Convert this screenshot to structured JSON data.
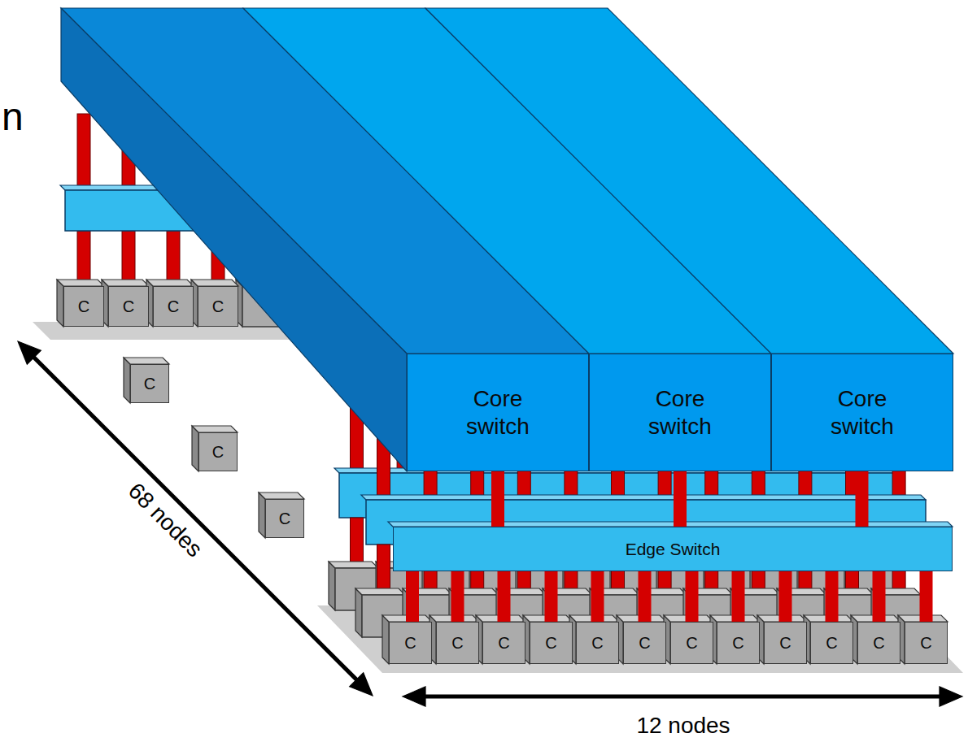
{
  "diagram": {
    "nodes": [
      {
        "text": [
          "Core switch"
        ]
      },
      {
        "text": [
          "Core switch"
        ]
      },
      {
        "text": [
          "Core switch"
        ]
      },
      {
        "text": [
          "C"
        ]
      },
      {
        "text": [
          "C"
        ]
      },
      {
        "text": [
          "C"
        ]
      },
      {
        "text": [
          "C"
        ]
      },
      {
        "text": [
          "C"
        ]
      },
      {
        "text": [
          "C"
        ]
      },
      {
        "text": [
          "C"
        ]
      },
      {
        "text": [
          "Edge Switch"
        ]
      },
      {
        "text": [
          "C"
        ]
      },
      {
        "text": [
          "C"
        ]
      },
      {
        "text": [
          "C"
        ]
      },
      {
        "text": [
          "C"
        ]
      },
      {
        "text": [
          "C"
        ]
      },
      {
        "text": [
          "C"
        ]
      },
      {
        "text": [
          "C"
        ]
      },
      {
        "text": [
          "C"
        ]
      },
      {
        "text": [
          "C"
        ]
      },
      {
        "text": [
          "C"
        ]
      },
      {
        "text": [
          "C"
        ]
      },
      {
        "text": [
          "C"
        ]
      }
    ],
    "edges": [
      {
        "from": 11,
        "to": 10,
        "arrow": "none"
      },
      {
        "from": 12,
        "to": 10,
        "arrow": "none"
      },
      {
        "from": 13,
        "to": 10,
        "arrow": "none"
      },
      {
        "from": 14,
        "to": 10,
        "arrow": "none"
      },
      {
        "from": 15,
        "to": 10,
        "arrow": "none"
      },
      {
        "from": 16,
        "to": 10,
        "arrow": "none"
      },
      {
        "from": 17,
        "to": 10,
        "arrow": "none"
      },
      {
        "from": 18,
        "to": 10,
        "arrow": "none"
      },
      {
        "from": 19,
        "to": 10,
        "arrow": "none"
      },
      {
        "from": 20,
        "to": 10,
        "arrow": "none"
      },
      {
        "from": 21,
        "to": 10,
        "arrow": "none"
      },
      {
        "from": 22,
        "to": 10,
        "arrow": "none"
      },
      {
        "from": 10,
        "to": 0,
        "arrow": "none"
      },
      {
        "from": 10,
        "to": 1,
        "arrow": "none"
      },
      {
        "from": 10,
        "to": 2,
        "arrow": "none"
      }
    ],
    "labels": [
      "n",
      "68 nodes",
      "12 nodes"
    ]
  }
}
